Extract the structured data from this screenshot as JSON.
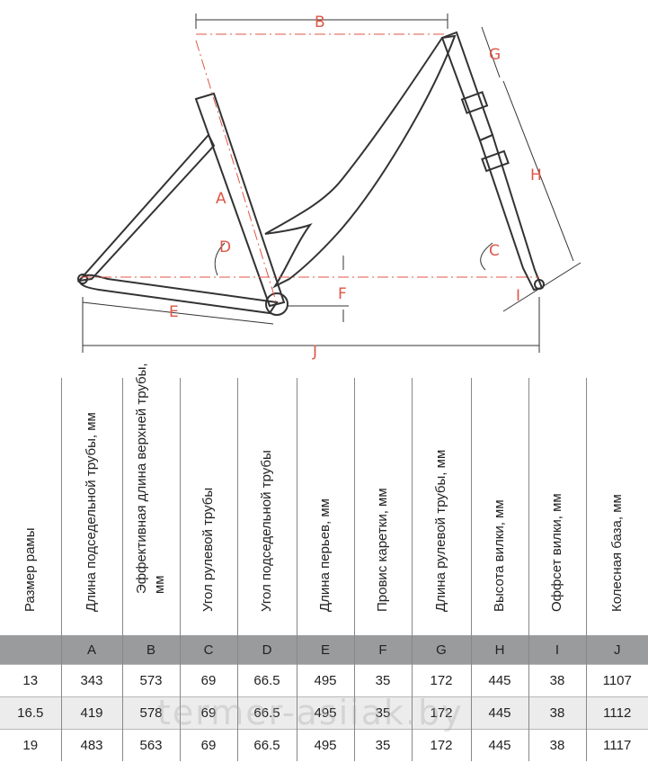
{
  "diagram": {
    "labels": {
      "A": "A",
      "B": "B",
      "C": "C",
      "D": "D",
      "E": "E",
      "F": "F",
      "G": "G",
      "H": "H",
      "I": "I",
      "J": "J"
    }
  },
  "table": {
    "headers": [
      "Размер рамы",
      "Длина подседельной трубы,  мм",
      "Эффективная длина верхней трубы,  мм",
      "Угол рулевой трубы",
      "Угол подседельной трубы",
      "Длина перьев,  мм",
      "Провис каретки,  мм",
      "Длина рулевой трубы,  мм",
      "Высота вилки,  мм",
      "Оффсет вилки,  мм",
      "Колесная база,  мм"
    ],
    "letters": [
      "",
      "A",
      "B",
      "C",
      "D",
      "E",
      "F",
      "G",
      "H",
      "I",
      "J"
    ],
    "rows": [
      [
        "13",
        "343",
        "573",
        "69",
        "66.5",
        "495",
        "35",
        "172",
        "445",
        "38",
        "1107"
      ],
      [
        "16.5",
        "419",
        "578",
        "69",
        "66.5",
        "495",
        "35",
        "172",
        "445",
        "38",
        "1112"
      ],
      [
        "19",
        "483",
        "563",
        "69",
        "66.5",
        "495",
        "35",
        "172",
        "445",
        "38",
        "1117"
      ]
    ]
  },
  "watermark": "termer-asiiak.by",
  "colors": {
    "accent": "#e05545",
    "frame": "#333333",
    "letter_row_bg": "#9a9b9d",
    "alt_row_bg": "#ececed"
  }
}
